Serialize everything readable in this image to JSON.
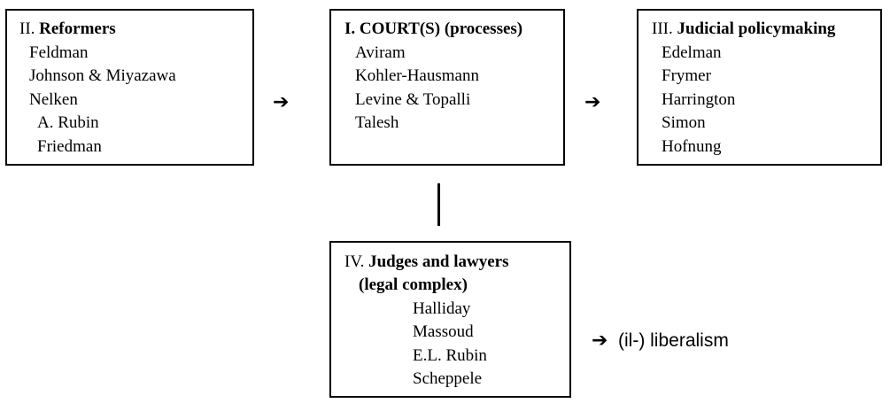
{
  "boxes": {
    "reformers": {
      "numeral": "II.",
      "title": "Reformers",
      "items": [
        "Feldman",
        "Johnson & Miyazawa",
        "Nelken",
        "A. Rubin",
        "Friedman"
      ]
    },
    "courts": {
      "numeral": "I.",
      "title": "COURT(S) (processes)",
      "items": [
        "Aviram",
        "Kohler-Hausmann",
        "Levine & Topalli",
        "Talesh"
      ]
    },
    "policymaking": {
      "numeral": "III.",
      "title": "Judicial policymaking",
      "items": [
        "Edelman",
        "Frymer",
        "Harrington",
        "Simon",
        "Hofnung"
      ]
    },
    "judges": {
      "numeral": "IV.",
      "title": "Judges and lawyers",
      "subtitle": "(legal complex)",
      "items": [
        "Halliday",
        "Massoud",
        "E.L. Rubin",
        "Scheppele"
      ]
    }
  },
  "arrow_glyph": "➔",
  "outcome": "(il-) liberalism"
}
